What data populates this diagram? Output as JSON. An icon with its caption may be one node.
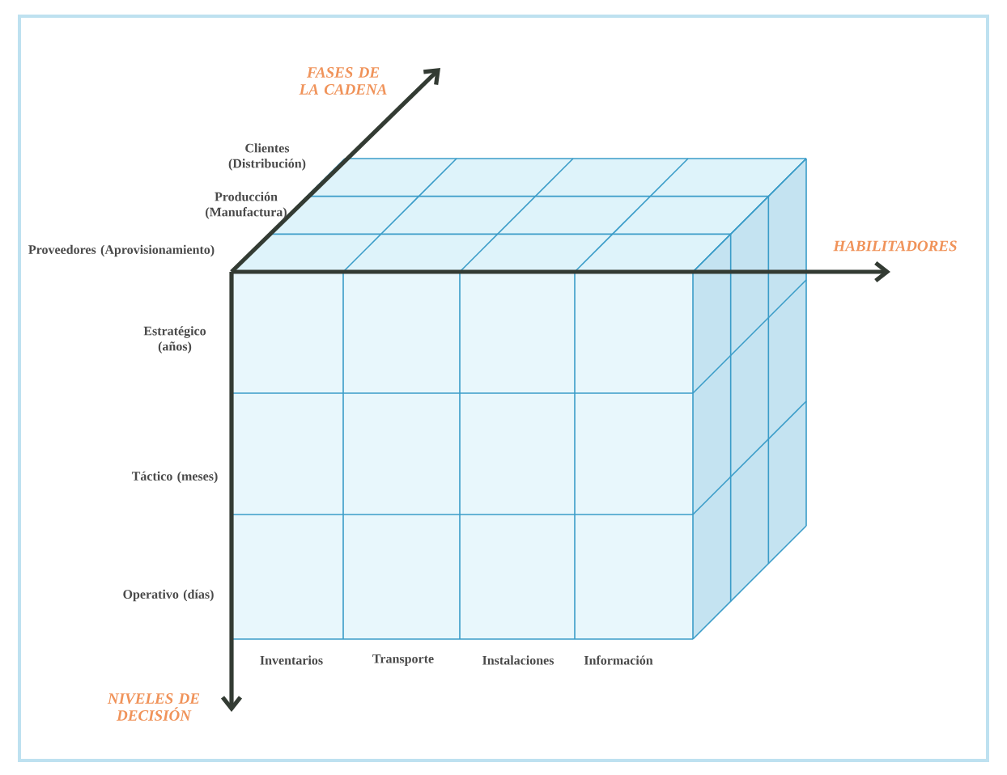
{
  "diagram": {
    "labels": [
      "FASES DE LA CADENA",
      "Clientes (Distribución)",
      "Producción (Manufactura)",
      "Proveedores (Aprovisionamiento)",
      "HABILITADORES",
      "Estratégico (años)",
      "Táctico (meses)",
      "Operativo (días)",
      "Inventarios",
      "Transporte",
      "Instalaciones",
      "Información",
      "NIVELES DE DECISIÓN"
    ]
  }
}
